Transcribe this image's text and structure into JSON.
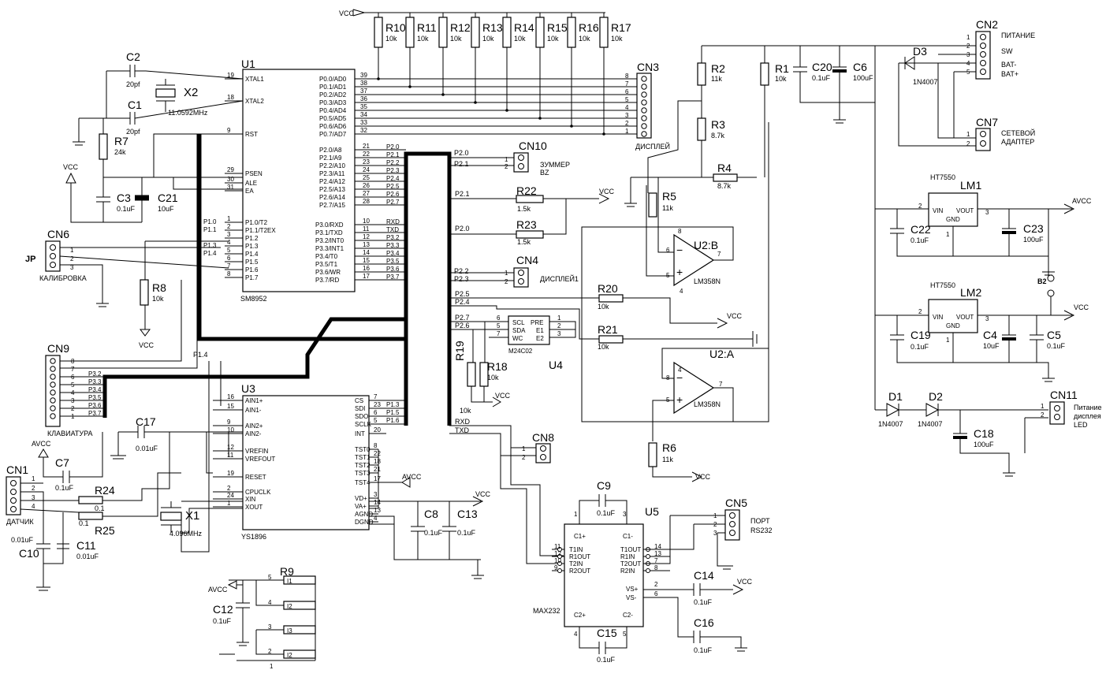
{
  "labels": {
    "vcc": "VCC",
    "avcc": "AVCC",
    "u1": "U1",
    "u1_part": "SM8952",
    "u3": "U3",
    "u3_part": "YS1896",
    "u4": "U4",
    "u4_part": "M24C02",
    "u5": "U5",
    "u5_part": "MAX232",
    "u2b": "U2:B",
    "u2a": "U2:A",
    "lm358": "LM358N",
    "lm1": "LM1",
    "lm2": "LM2",
    "ht7550": "HT7550",
    "x1": "X1",
    "x1_val": "4.096MHz",
    "x2": "X2",
    "x2_val": "11.0592MHz",
    "cn1": "CN1",
    "cn1_name": "ДАТЧИК",
    "cn2": "CN2",
    "cn2_p1": "ПИТАНИЕ",
    "cn2_p3": "SW",
    "cn2_p4": "BAT-",
    "cn2_p5": "BAT+",
    "cn3": "CN3",
    "cn3_name": "ДИСПЛЕЙ",
    "cn4": "CN4",
    "cn4_name": "ДИСПЛЕЙ1",
    "cn5": "CN5",
    "cn5_name1": "ПОРТ",
    "cn5_name2": "RS232",
    "cn6": "CN6",
    "cn6_name": "КАЛИБРОВКА",
    "jp": "JP",
    "cn7": "CN7",
    "cn7_name1": "СЕТЕВОЙ",
    "cn7_name2": "АДАПТЕР",
    "cn8": "CN8",
    "cn9": "CN9",
    "cn9_name": "КЛАВИАТУРА",
    "cn10": "CN10",
    "cn10_name1": "ЗУММЕР",
    "cn10_name2": "BZ",
    "cn11": "CN11",
    "cn11_name1": "Питание",
    "cn11_name2": "дисплея",
    "cn11_name3": "LED",
    "b2": "B2",
    "d1": "D1",
    "d2": "D2",
    "d3": "D3",
    "diode": "1N4007",
    "r1": "R1",
    "r2": "R2",
    "r3": "R3",
    "r4": "R4",
    "r5": "R5",
    "r6": "R6",
    "r7": "R7",
    "r8": "R8",
    "r9": "R9",
    "r10": "R10",
    "r11": "R11",
    "r12": "R12",
    "r13": "R13",
    "r14": "R14",
    "r15": "R15",
    "r16": "R16",
    "r17": "R17",
    "r18": "R18",
    "r19": "R19",
    "r20": "R20",
    "r21": "R21",
    "r22": "R22",
    "r23": "R23",
    "r24": "R24",
    "r25": "R25",
    "v10k": "10k",
    "v11k": "11k",
    "v24k": "24k",
    "v87k": "8.7k",
    "v15k": "1.5k",
    "v01": "0.1",
    "c1": "C1",
    "c2": "C2",
    "c3": "C3",
    "c4": "C4",
    "c5": "C5",
    "c6": "C6",
    "c7": "C7",
    "c8": "C8",
    "c9": "C9",
    "c10": "C10",
    "c11": "C11",
    "c12": "C12",
    "c13": "C13",
    "c14": "C14",
    "c15": "C15",
    "c16": "C16",
    "c17": "C17",
    "c18": "C18",
    "c19": "C19",
    "c20": "C20",
    "c21": "C21",
    "c22": "C22",
    "c23": "C23",
    "v20pf": "20pf",
    "v01uf": "0.1uF",
    "v001uf": "0.01uF",
    "v001uf_b": "0.01uF",
    "v10uf": "10uF",
    "v100uf": "100uF",
    "p14": "P1.4",
    "p25": "P2.5",
    "p24": "P2.4",
    "p27": "P2.7",
    "p26": "P2.6",
    "p20": "P2.0",
    "p21": "P2.1",
    "p22": "P2.2",
    "p23": "P2.3",
    "rxd": "RXD",
    "txd": "TXD",
    "p10": "P1.0",
    "p11": "P1.1",
    "p13": "P1.3",
    "p14b": "P1.4",
    "p32": "P3.2",
    "p33": "P3.3",
    "p34": "P3.4",
    "p35": "P3.5",
    "p36": "P3.6",
    "p37": "P3.7",
    "p13u3": "P1.3",
    "p15u3": "P1.5",
    "p16u3": "P1.6",
    "i1": "I1",
    "i2": "I2",
    "i3": "I3",
    "i4": "I2"
  },
  "u1_left": [
    {
      "n": "19",
      "t": "XTAL1"
    },
    {
      "n": "18",
      "t": "XTAL2"
    },
    {
      "n": "9",
      "t": "RST"
    },
    {
      "n": "29",
      "t": "PSEN"
    },
    {
      "n": "30",
      "t": "ALE"
    },
    {
      "n": "31",
      "t": "EA"
    },
    {
      "n": "1",
      "t": "P1.0/T2"
    },
    {
      "n": "2",
      "t": "P1.1/T2EX"
    },
    {
      "n": "3",
      "t": "P1.2"
    },
    {
      "n": "4",
      "t": "P1.3"
    },
    {
      "n": "5",
      "t": "P1.4"
    },
    {
      "n": "6",
      "t": "P1.5"
    },
    {
      "n": "7",
      "t": "P1.6"
    },
    {
      "n": "8",
      "t": "P1.7"
    }
  ],
  "u1_right_p0": [
    {
      "n": "39",
      "t": "P0.0/AD0"
    },
    {
      "n": "38",
      "t": "P0.1/AD1"
    },
    {
      "n": "37",
      "t": "P0.2/AD2"
    },
    {
      "n": "36",
      "t": "P0.3/AD3"
    },
    {
      "n": "35",
      "t": "P0.4/AD4"
    },
    {
      "n": "34",
      "t": "P0.5/AD5"
    },
    {
      "n": "33",
      "t": "P0.6/AD6"
    },
    {
      "n": "32",
      "t": "P0.7/AD7"
    }
  ],
  "u1_right_p2": [
    {
      "n": "21",
      "t": "P2.0/A8",
      "b": "P2.0"
    },
    {
      "n": "22",
      "t": "P2.1/A9",
      "b": "P2.1"
    },
    {
      "n": "23",
      "t": "P2.2/A10",
      "b": "P2.2"
    },
    {
      "n": "24",
      "t": "P2.3/A11",
      "b": "P2.3"
    },
    {
      "n": "25",
      "t": "P2.4/A12",
      "b": "P2.4"
    },
    {
      "n": "26",
      "t": "P2.5/A13",
      "b": "P2.5"
    },
    {
      "n": "27",
      "t": "P2.6/A14",
      "b": "P2.6"
    },
    {
      "n": "28",
      "t": "P2.7/A15",
      "b": "P2.7"
    }
  ],
  "u1_right_p3": [
    {
      "n": "10",
      "t": "P3.0/RXD",
      "b": "RXD"
    },
    {
      "n": "11",
      "t": "P3.1/TXD",
      "b": "TXD"
    },
    {
      "n": "12",
      "t": "P3.2/INT0",
      "b": "P3.2"
    },
    {
      "n": "13",
      "t": "P3.3/INT1",
      "b": "P3.3"
    },
    {
      "n": "14",
      "t": "P3.4/T0",
      "b": "P3.4"
    },
    {
      "n": "15",
      "t": "P3.5/T1",
      "b": "P3.5"
    },
    {
      "n": "16",
      "t": "P3.6/WR",
      "b": "P3.6"
    },
    {
      "n": "17",
      "t": "P3.7/RD",
      "b": "P3.7"
    }
  ],
  "u3_left": [
    {
      "n": "16",
      "t": "AIN1+"
    },
    {
      "n": "15",
      "t": "AIN1-"
    },
    {
      "n": "9",
      "t": "AIN2+"
    },
    {
      "n": "10",
      "t": "AIN2-"
    },
    {
      "n": "12",
      "t": "VREFIN"
    },
    {
      "n": "11",
      "t": "VREFOUT"
    },
    {
      "n": "19",
      "t": "RESET"
    },
    {
      "n": "2",
      "t": "CPUCLK"
    },
    {
      "n": "24",
      "t": "XIN"
    },
    {
      "n": "1",
      "t": "XOUT"
    }
  ],
  "u3_right": [
    {
      "n": "7",
      "t": "CS"
    },
    {
      "n": "23",
      "t": "SDI"
    },
    {
      "n": "6",
      "t": "SDO"
    },
    {
      "n": "5",
      "t": "SCLK"
    },
    {
      "n": "20",
      "t": "INT"
    },
    {
      "n": "8",
      "t": "TST0"
    },
    {
      "n": "22",
      "t": "TST1"
    },
    {
      "n": "18",
      "t": "TST2"
    },
    {
      "n": "21",
      "t": "TST3"
    },
    {
      "n": "17",
      "t": "TST4"
    },
    {
      "n": "3",
      "t": "VD+"
    },
    {
      "n": "14",
      "t": "VA+"
    },
    {
      "n": "13",
      "t": "AGND"
    },
    {
      "n": "4",
      "t": "DGND"
    }
  ],
  "u5_left": [
    {
      "n": "11",
      "t": "T1IN"
    },
    {
      "n": "12",
      "t": "R1OUT"
    },
    {
      "n": "10",
      "t": "T2IN"
    },
    {
      "n": "9",
      "t": "R2OUT"
    }
  ],
  "u5_right": [
    {
      "n": "14",
      "t": "T1OUT"
    },
    {
      "n": "13",
      "t": "R1IN"
    },
    {
      "n": "7",
      "t": "T2OUT"
    },
    {
      "n": "8",
      "t": "R2IN"
    }
  ],
  "u4_pins": {
    "scl": "SCL",
    "sda": "SDA",
    "wc": "WC",
    "pre": "PRE",
    "e1": "E1",
    "e2": "E2"
  },
  "u5_caps": {
    "c1p": "C1+",
    "c1m": "C1-",
    "c2p": "C2+",
    "c2m": "C2-",
    "vsp": "VS+",
    "vsm": "VS-"
  },
  "lm_pins": {
    "vin": "VIN",
    "vout": "VOUT",
    "gnd": "GND"
  }
}
